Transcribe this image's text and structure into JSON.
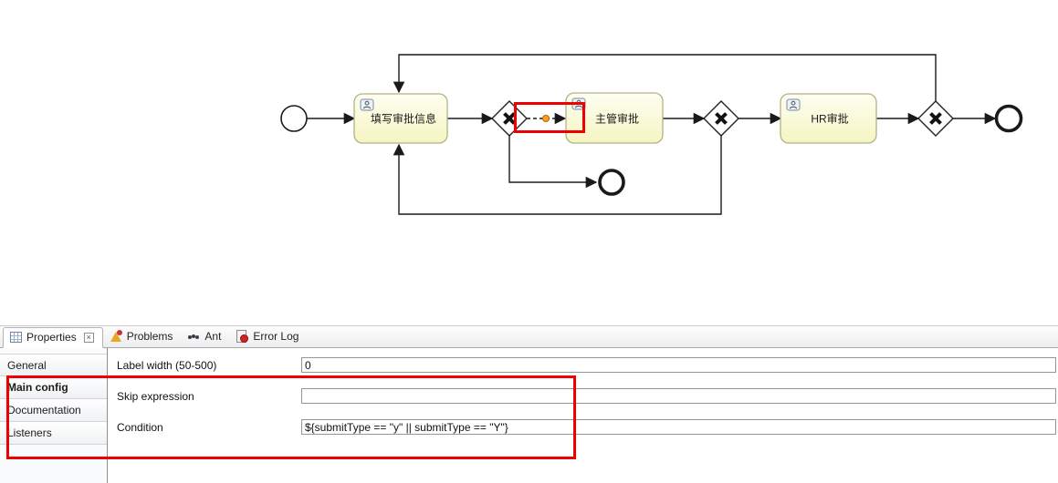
{
  "diagram": {
    "tasks": [
      {
        "label": "填写审批信息"
      },
      {
        "label": "主管审批"
      },
      {
        "label": "HR审批"
      }
    ]
  },
  "panel": {
    "tabs": [
      {
        "label": "Properties",
        "active": true
      },
      {
        "label": "Problems",
        "active": false
      },
      {
        "label": "Ant",
        "active": false
      },
      {
        "label": "Error Log",
        "active": false
      }
    ],
    "sidebar": [
      "General",
      "Main config",
      "Documentation",
      "Listeners"
    ],
    "rows": [
      {
        "label": "Label width (50-500)",
        "value": "0"
      },
      {
        "label": "Skip expression",
        "value": ""
      },
      {
        "label": "Condition",
        "value": "${submitType == \"y\" || submitType == \"Y\"}"
      }
    ]
  },
  "icons": {
    "properties-tab": "table-grid",
    "problems-tab": "warning-triangle-with-error-dot",
    "ant-tab": "ant",
    "error-log-tab": "document-with-error-dot",
    "tab-close": "boxed-x",
    "user-task": "person-badge",
    "exclusive-gateway": "x-cross",
    "flow-midpoint": "orange-dot"
  },
  "colors": {
    "annotation": "#ee0000",
    "task_fill_top": "#fefef2",
    "task_fill_bottom": "#f5f5c2",
    "task_border": "#b2b285",
    "flow_midpoint": "#ffa020",
    "line": "#1a1a1a"
  }
}
